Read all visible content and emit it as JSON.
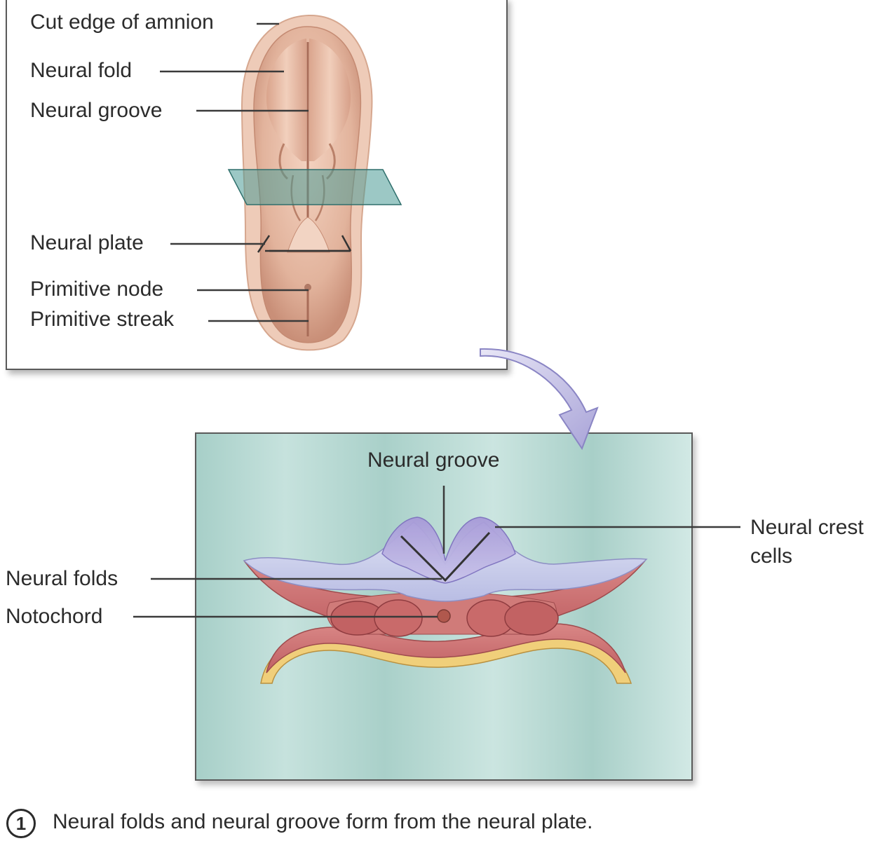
{
  "top_panel": {
    "labels": {
      "cut_edge_of_amnion": "Cut edge of amnion",
      "neural_fold": "Neural fold",
      "neural_groove": "Neural groove",
      "neural_plate": "Neural plate",
      "primitive_node": "Primitive node",
      "primitive_streak": "Primitive streak"
    }
  },
  "bottom_panel": {
    "labels": {
      "neural_groove": "Neural groove",
      "neural_crest_cells_line1": "Neural crest",
      "neural_crest_cells_line2": "cells",
      "neural_folds": "Neural folds",
      "notochord": "Notochord"
    }
  },
  "caption": {
    "number": "1",
    "text": "Neural folds and neural groove form from the neural plate."
  },
  "colors": {
    "embryo_skin": "#e2b79e",
    "section_plane": "#3f8a88",
    "neural_crest": "#9a8fd0",
    "mesoderm": "#c96b6b",
    "endoderm": "#f0cf7a",
    "panel_background": "#b9dad4"
  }
}
